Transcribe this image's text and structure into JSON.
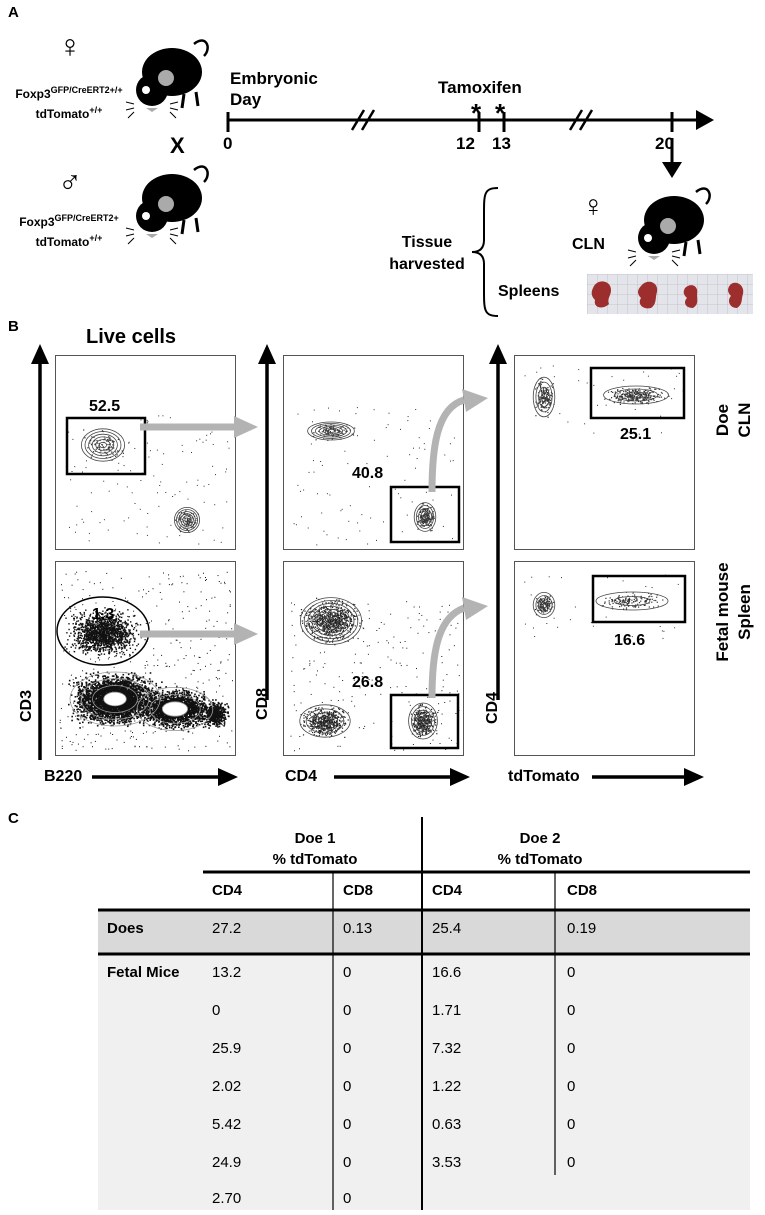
{
  "panel_a": {
    "letter": "A",
    "female_symbol": "♀",
    "male_symbol": "♂",
    "female_genotype_line1_base": "Foxp3",
    "female_genotype_line1_sup": "GFP/CreERT2+/+",
    "female_genotype_line2_base": "tdTomato",
    "female_genotype_line2_sup": "+/+",
    "cross": "X",
    "male_genotype_line1_base": "Foxp3",
    "male_genotype_line1_sup": "GFP/CreERT2+",
    "male_genotype_line2_base": "tdTomato",
    "male_genotype_line2_sup": "+/+",
    "timeline_label_line1": "Embryonic",
    "timeline_label_line2": "Day",
    "treatment": "Tamoxifen",
    "asterisk": "*",
    "days": [
      "0",
      "12",
      "13",
      "20"
    ],
    "tissue_line1": "Tissue",
    "tissue_line2": "harvested",
    "cln": "CLN",
    "spleens": "Spleens"
  },
  "panel_b": {
    "letter": "B",
    "live_cells": "Live cells",
    "row_labels": [
      {
        "line1": "Doe",
        "line2": "CLN"
      },
      {
        "line1": "Fetal mouse",
        "line2": "Spleen"
      }
    ],
    "axes": {
      "col1_y": "CD3",
      "col1_x": "B220",
      "col2_y": "CD8",
      "col2_x": "CD4",
      "col3_y": "CD4",
      "col3_x": "tdTomato"
    },
    "gates": {
      "r1c1": "52.5",
      "r1c2": "40.8",
      "r1c3": "25.1",
      "r2c1": "1.3",
      "r2c2": "26.8",
      "r2c3": "16.6"
    }
  },
  "panel_c": {
    "letter": "C",
    "doe1_line1": "Doe 1",
    "doe1_line2": "% tdTomato",
    "doe2_line1": "Doe 2",
    "doe2_line2": "% tdTomato",
    "col_cd4": "CD4",
    "col_cd8": "CD8",
    "rows": [
      {
        "label": "Does",
        "d1_cd4": "27.2",
        "d1_cd8": "0.13",
        "d2_cd4": "25.4",
        "d2_cd8": "0.19"
      },
      {
        "label": "Fetal Mice",
        "d1_cd4": "13.2",
        "d1_cd8": "0",
        "d2_cd4": "16.6",
        "d2_cd8": "0"
      },
      {
        "label": "",
        "d1_cd4": "0",
        "d1_cd8": "0",
        "d2_cd4": "1.71",
        "d2_cd8": "0"
      },
      {
        "label": "",
        "d1_cd4": "25.9",
        "d1_cd8": "0",
        "d2_cd4": "7.32",
        "d2_cd8": "0"
      },
      {
        "label": "",
        "d1_cd4": "2.02",
        "d1_cd8": "0",
        "d2_cd4": "1.22",
        "d2_cd8": "0"
      },
      {
        "label": "",
        "d1_cd4": "5.42",
        "d1_cd8": "0",
        "d2_cd4": "0.63",
        "d2_cd8": "0"
      },
      {
        "label": "",
        "d1_cd4": "24.9",
        "d1_cd8": "0",
        "d2_cd4": "3.53",
        "d2_cd8": "0"
      },
      {
        "label": "",
        "d1_cd4": "2.70",
        "d1_cd8": "0",
        "d2_cd4": "",
        "d2_cd8": ""
      }
    ]
  }
}
